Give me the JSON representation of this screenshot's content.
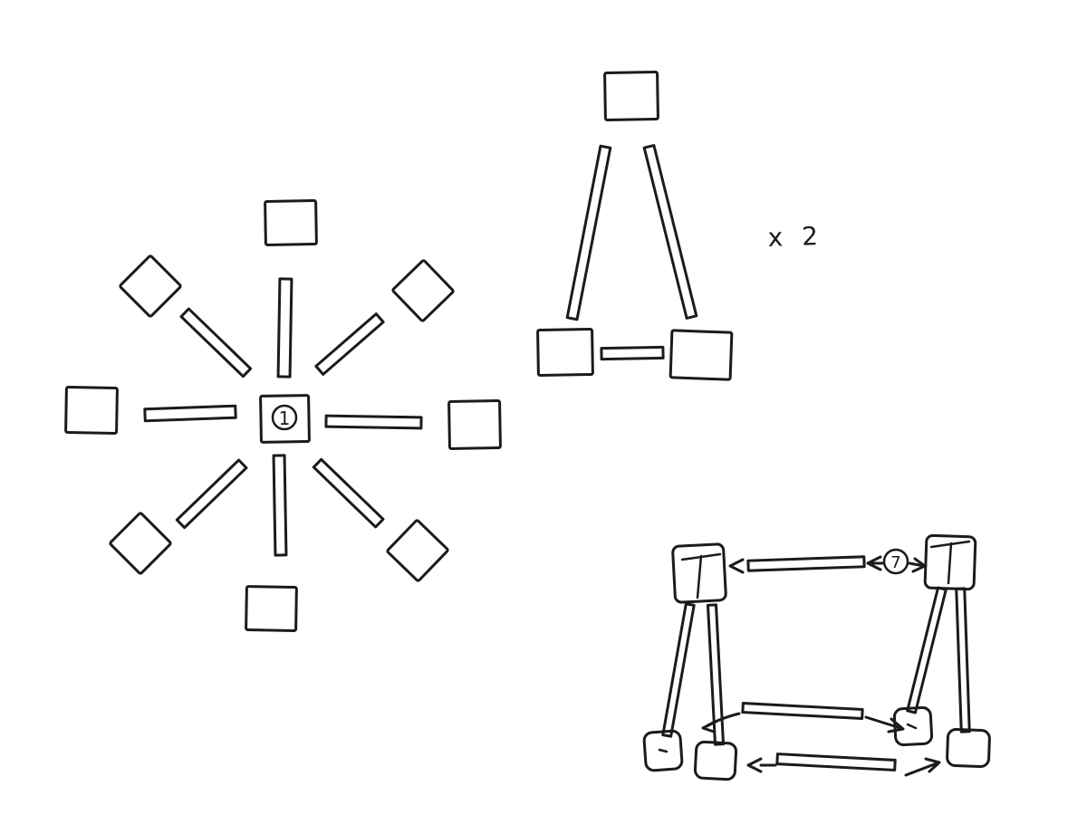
{
  "canvas": {
    "background": "#ffffff",
    "ink_color": "#1b1b1b"
  },
  "star_diagram": {
    "description": "hand-drawn hub-and-spoke sketch",
    "center_label": "1",
    "spoke_count": 8,
    "outer_node_count": 8
  },
  "triangle_diagram": {
    "description": "three squares connected in a triangle",
    "node_count": 3,
    "multiplier_label": "x 2"
  },
  "machine_diagram": {
    "description": "two tripod/stool structures linked by arrows",
    "step_label": "7"
  }
}
